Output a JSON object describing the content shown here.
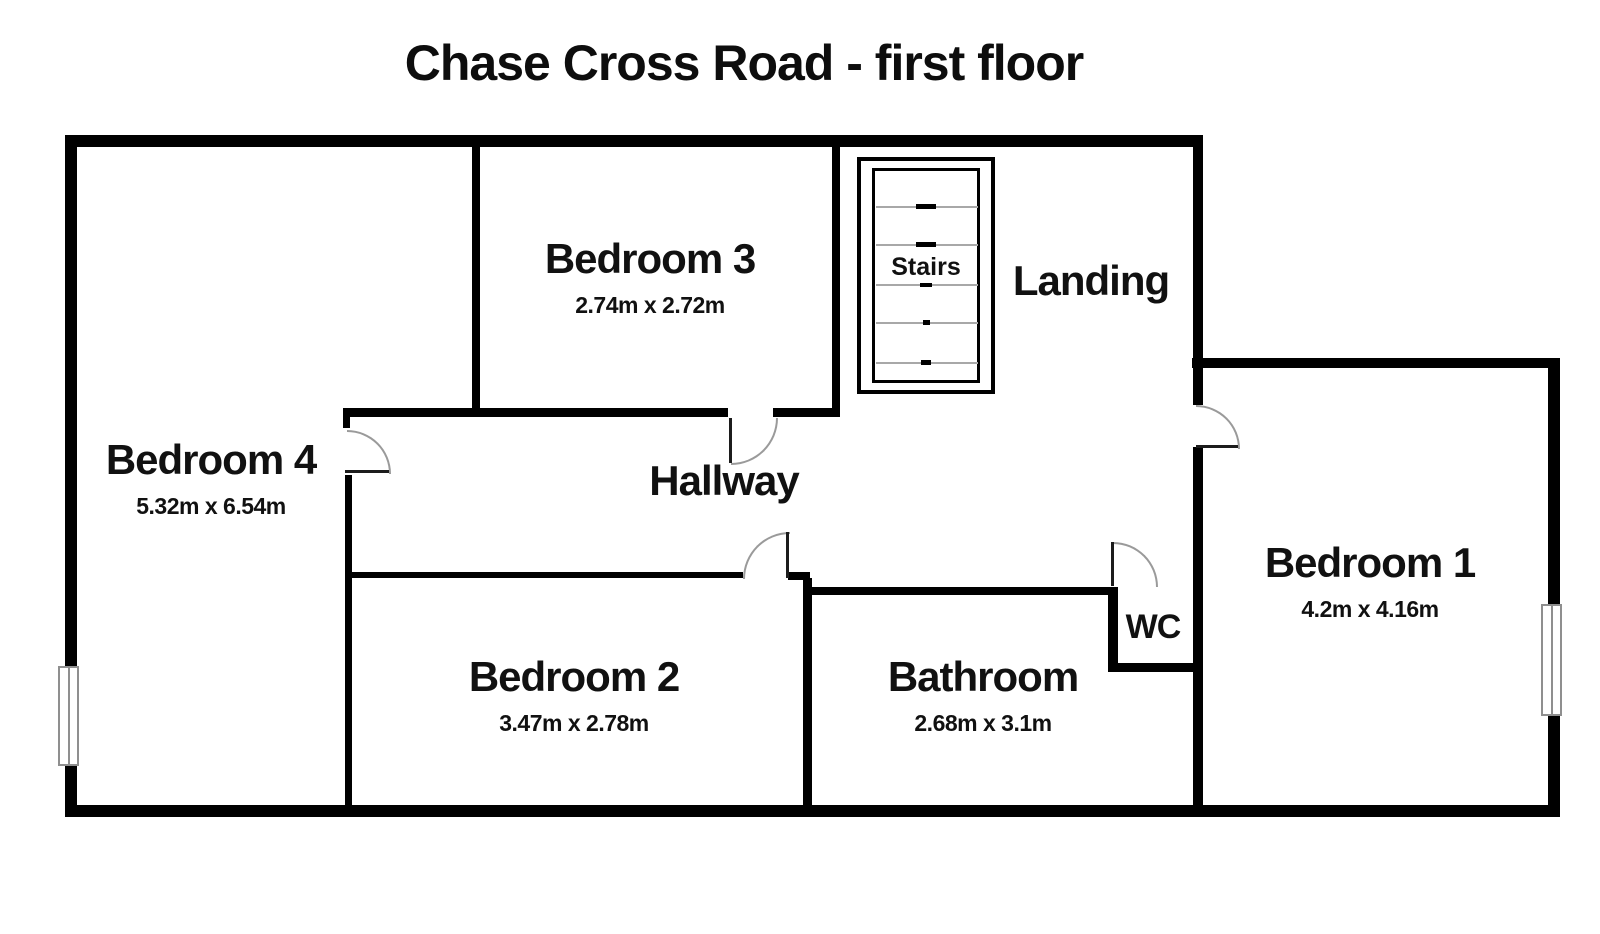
{
  "title": "Chase Cross Road - first floor",
  "rooms": {
    "bedroom4": {
      "name": "Bedroom 4",
      "dims": "5.32m x 6.54m"
    },
    "bedroom3": {
      "name": "Bedroom 3",
      "dims": "2.74m x 2.72m"
    },
    "bedroom2": {
      "name": "Bedroom 2",
      "dims": "3.47m x 2.78m"
    },
    "bedroom1": {
      "name": "Bedroom 1",
      "dims": "4.2m x 4.16m"
    },
    "bathroom": {
      "name": "Bathroom",
      "dims": "2.68m x 3.1m"
    },
    "wc": {
      "name": "WC"
    },
    "hallway": {
      "name": "Hallway"
    },
    "landing": {
      "name": "Landing"
    },
    "stairs": {
      "name": "Stairs"
    }
  },
  "colors": {
    "wall": "#000000",
    "door_arc": "#9a9a9a",
    "window_border": "#8f8f8f",
    "text": "#111111",
    "background": "#ffffff"
  }
}
